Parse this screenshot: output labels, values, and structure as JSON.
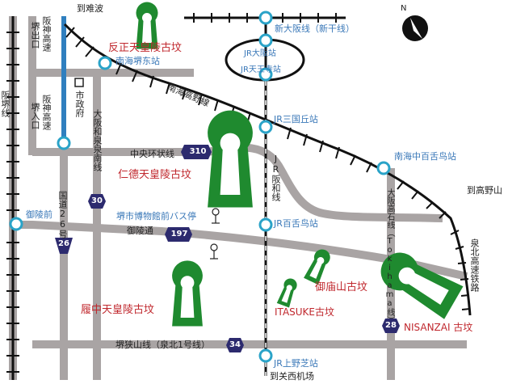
{
  "colors": {
    "road": "#a9a4a4",
    "rail": "#111111",
    "kofun": "#1f8a2f",
    "expressway": "#2f7fbf",
    "station_ring": "#2aa3c8",
    "route_shield": "#2c2a6e",
    "label_red": "#c0282e",
    "label_blue": "#3a78b8"
  },
  "icons": [
    "compass-rose-icon",
    "station-circle-icon",
    "route-shield-icon",
    "kofun-keyhole-icon",
    "bus-stop-icon",
    "city-hall-square-icon"
  ],
  "directions": {
    "north": "N",
    "to_namba": "到难波",
    "to_koyasan": "到高野山",
    "to_kansai_airport": "到关西机场"
  },
  "stations": {
    "shin_osaka": "新大阪线（新干线）",
    "jr_osaka": "JR大阪站",
    "jr_tennoji": "JR天王寺站",
    "jr_mikunigaoka": "JR三国丘站",
    "jr_mozu": "JR百舌鸟站",
    "jr_kaminoshiba": "JR上野芝站",
    "nankai_sakaihigashi": "南海堺东站",
    "nankai_nakamozu": "南海中百舌鸟站",
    "goryomae": "御陵前"
  },
  "roads": {
    "hanshin_expressway": "阪神高速",
    "sakai_exit": "堺出口",
    "sakai_entrance": "堺入口",
    "hansakai_line": "阪堺线",
    "osaka_izumi_line": "大阪和泉泉南线",
    "central_loop": "中央环状线",
    "route26_name": "国道26号",
    "goryo_street": "御陵通",
    "hanwa_line": "JR阪和线",
    "osaka_koseki_line": "大阪高石线（Tokihama线）",
    "semboku_railway": "泉北高速铁路",
    "sakai_sayama_line": "堺狭山线（泉北1号线）",
    "nankai_koya_line": "南海高野線"
  },
  "route_numbers": {
    "r310": "310",
    "r30": "30",
    "r26": "26",
    "r197": "197",
    "r28": "28",
    "r34": "34"
  },
  "places": {
    "city_hall": "市政府",
    "museum_bus_stop": "堺市博物館前バス停"
  },
  "kofun": {
    "hanzei": "反正天皇陵古坟",
    "nintoku": "仁德天皇陵古坟",
    "richu": "履中天皇陵古坟",
    "gobyoyama": "御庙山古坟",
    "itasuke": "ITASUKE古坟",
    "nisanzai": "NISANZAI 古坟"
  }
}
